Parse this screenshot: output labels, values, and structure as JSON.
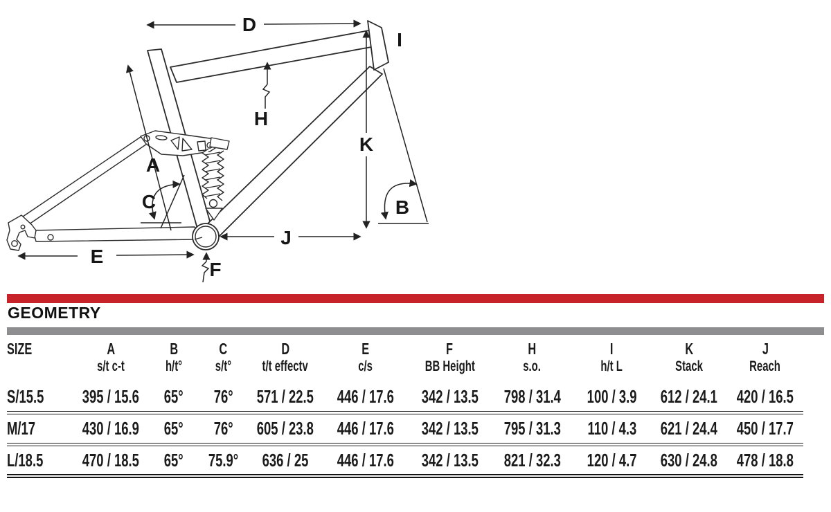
{
  "colors": {
    "accent_red": "#c8232b",
    "bar_gray": "#8e8e90",
    "line_dark": "#1b1b1b"
  },
  "diagram": {
    "labels": {
      "a": "A",
      "b": "B",
      "c": "C",
      "d": "D",
      "e": "E",
      "f": "F",
      "h": "H",
      "i": "I",
      "j": "J",
      "k": "K"
    }
  },
  "section": {
    "title": "GEOMETRY"
  },
  "table": {
    "size_header": "SIZE",
    "columns": [
      {
        "letter": "A",
        "sub": "s/t c-t"
      },
      {
        "letter": "B",
        "sub": "h/t°"
      },
      {
        "letter": "C",
        "sub": "s/t°"
      },
      {
        "letter": "D",
        "sub": "t/t effectv"
      },
      {
        "letter": "E",
        "sub": "c/s"
      },
      {
        "letter": "F",
        "sub": "BB Height"
      },
      {
        "letter": "H",
        "sub": "s.o."
      },
      {
        "letter": "I",
        "sub": "h/t L"
      },
      {
        "letter": "K",
        "sub": "Stack"
      },
      {
        "letter": "J",
        "sub": "Reach"
      }
    ],
    "rows": [
      {
        "size": "S/15.5",
        "values": [
          "395 / 15.6",
          "65°",
          "76°",
          "571 / 22.5",
          "446 / 17.6",
          "342 / 13.5",
          "798 / 31.4",
          "100 / 3.9",
          "612 / 24.1",
          "420 / 16.5"
        ]
      },
      {
        "size": "M/17",
        "values": [
          "430 / 16.9",
          "65°",
          "76°",
          "605 / 23.8",
          "446 / 17.6",
          "342 / 13.5",
          "795 / 31.3",
          "110 / 4.3",
          "621 / 24.4",
          "450 / 17.7"
        ]
      },
      {
        "size": "L/18.5",
        "values": [
          "470 / 18.5",
          "65°",
          "75.9°",
          "636 / 25",
          "446 / 17.6",
          "342 / 13.5",
          "821 / 32.3",
          "120 / 4.7",
          "630 / 24.8",
          "478 / 18.8"
        ]
      }
    ]
  }
}
